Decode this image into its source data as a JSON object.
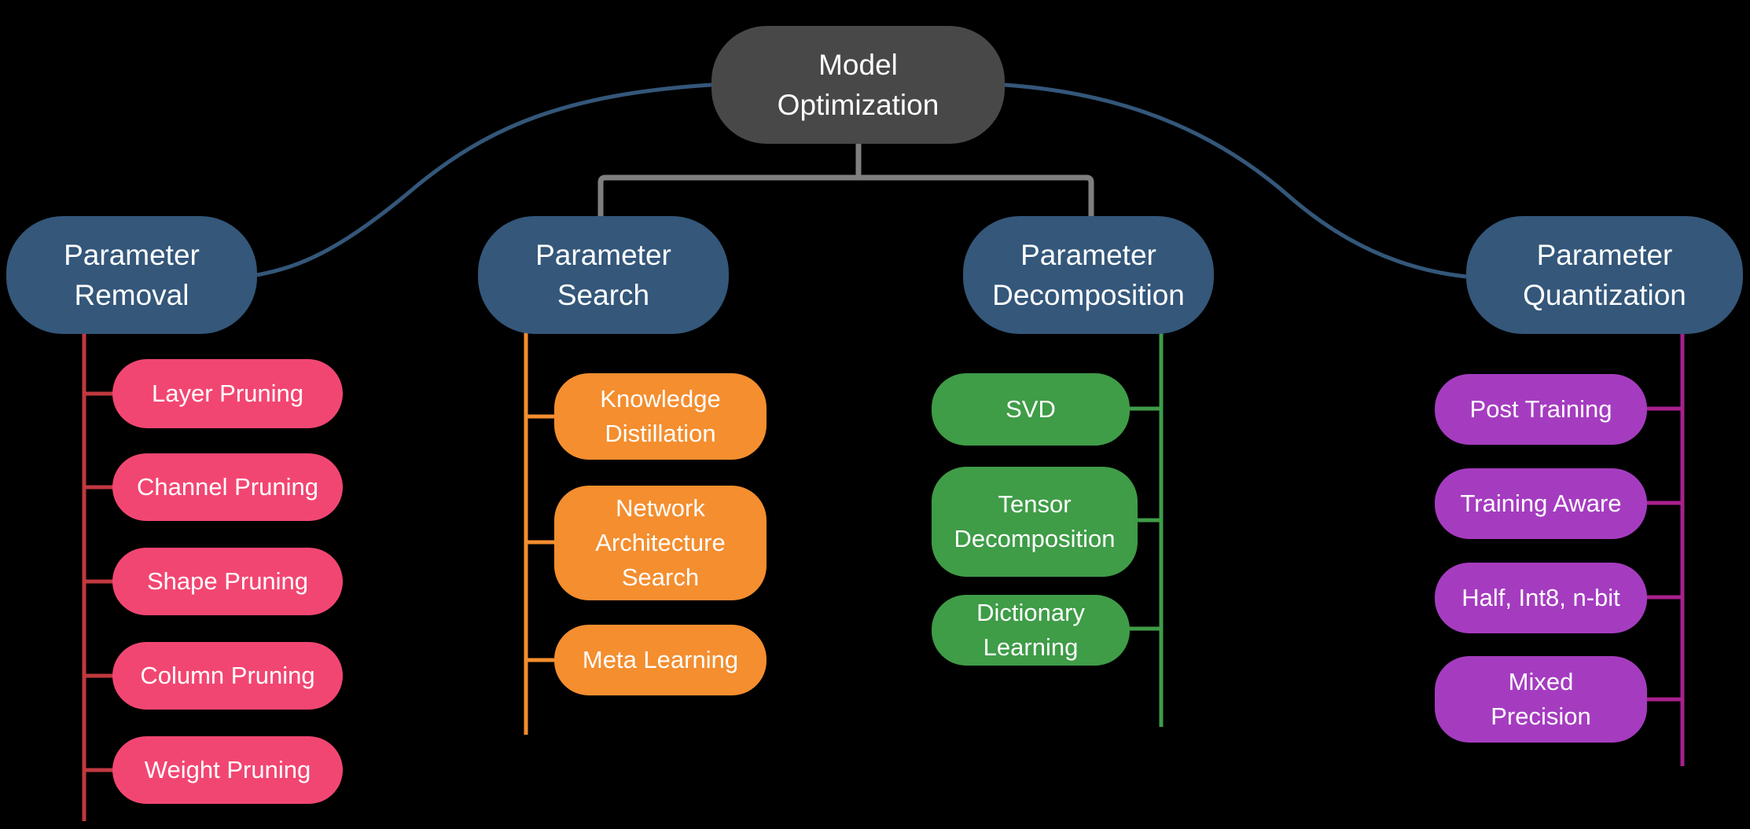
{
  "root": {
    "label": "Model\nOptimization",
    "color": "#484848"
  },
  "categories": [
    {
      "label": "Parameter\nRemoval",
      "color": "#34577a",
      "branch_color": "#c0393f",
      "items": [
        "Layer Pruning",
        "Channel Pruning",
        "Shape Pruning",
        "Column Pruning",
        "Weight Pruning"
      ],
      "item_color": "#f24672"
    },
    {
      "label": "Parameter\nSearch",
      "color": "#34577a",
      "branch_color": "#f48e2f",
      "items": [
        "Knowledge\nDistillation",
        "Network\nArchitecture\nSearch",
        "Meta Learning"
      ],
      "item_color": "#f48e2f"
    },
    {
      "label": "Parameter\nDecomposition",
      "color": "#34577a",
      "branch_color": "#3f9c47",
      "items": [
        "SVD",
        "Tensor\nDecomposition",
        "Dictionary\nLearning"
      ],
      "item_color": "#3f9c47"
    },
    {
      "label": "Parameter\nQuantization",
      "color": "#34577a",
      "branch_color": "#a8208e",
      "items": [
        "Post Training",
        "Training Aware",
        "Half, Int8, n-bit",
        "Mixed\nPrecision"
      ],
      "item_color": "#a53cc0"
    }
  ]
}
